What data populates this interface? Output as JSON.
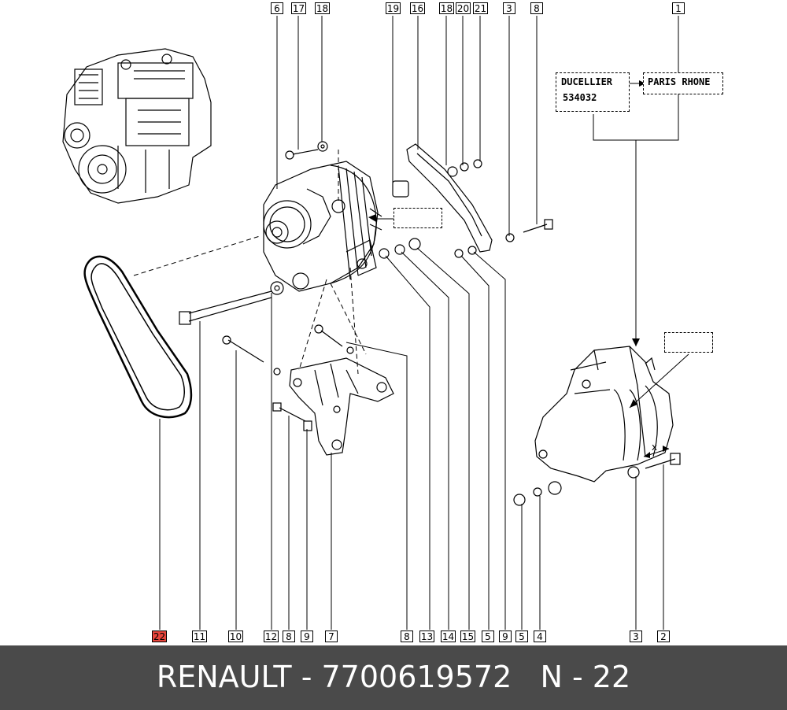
{
  "footer": {
    "text": "RENAULT - 7700619572   N - 22"
  },
  "supplier_boxes": {
    "ducellier": {
      "line1": "DUCELLIER",
      "line2": "534032"
    },
    "paris_rhone": {
      "label": "PARIS RHONE"
    }
  },
  "callouts_top": [
    "6",
    "17",
    "18",
    "19",
    "16",
    "18",
    "20",
    "21",
    "3",
    "8",
    "1"
  ],
  "callouts_bottom": [
    "22",
    "11",
    "10",
    "12",
    "8",
    "9",
    "7",
    "8",
    "13",
    "14",
    "15",
    "5",
    "9",
    "5",
    "4",
    "3",
    "2"
  ],
  "dimension_label": "x",
  "colors": {
    "highlight": "#e8453c",
    "footer_bg": "#4a4a4a",
    "ink": "#000000"
  }
}
